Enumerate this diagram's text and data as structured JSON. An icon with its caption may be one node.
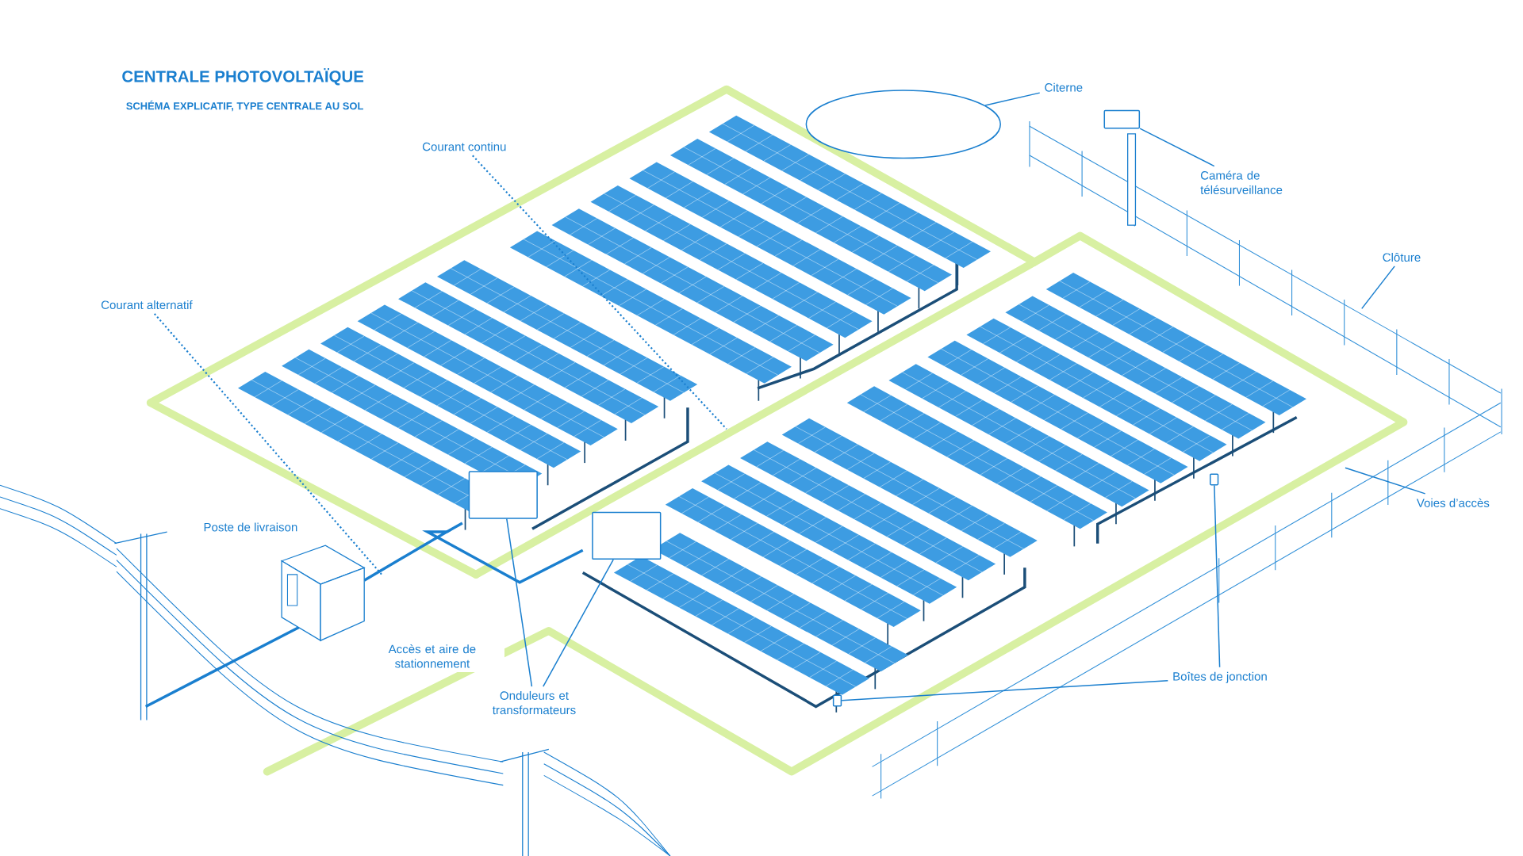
{
  "diagram": {
    "title": "CENTRALE PHOTOVOLTAÏQUE",
    "nodes": [
      {
        "text": [
          "Courant continu"
        ]
      },
      {
        "text": [
          "Courant alternatif"
        ]
      },
      {
        "text": [
          "Citerne"
        ]
      },
      {
        "text": [],
        "shape": "circle"
      },
      {
        "text": [
          "Caméra de télésurveillance"
        ]
      },
      {
        "text": [],
        "shape": "box"
      },
      {
        "text": [
          "Clôture"
        ]
      },
      {
        "text": [
          "Voies d’accès"
        ]
      },
      {
        "text": [],
        "shape": "box"
      },
      {
        "text": [],
        "shape": "box"
      },
      {
        "text": [
          "Onduleurs et transformateurs"
        ]
      },
      {
        "text": [],
        "shape": "box"
      },
      {
        "text": [
          "Boîtes de jonction"
        ]
      },
      {
        "text": [],
        "shape": "box"
      }
    ],
    "edges": [
      {
        "from": 0,
        "to": null,
        "arrow": "none",
        "style": "dashed"
      },
      {
        "from": 1,
        "to": null,
        "arrow": "none",
        "style": "dashed"
      },
      {
        "from": 2,
        "to": 3,
        "arrow": "none"
      },
      {
        "from": 4,
        "to": 5,
        "arrow": "none"
      },
      {
        "from": 6,
        "to": null,
        "arrow": "none"
      },
      {
        "from": 7,
        "to": null,
        "arrow": "none"
      },
      {
        "from": 10,
        "to": 8,
        "arrow": "none"
      },
      {
        "from": 10,
        "to": 9,
        "arrow": "none"
      },
      {
        "from": 12,
        "to": 11,
        "arrow": "none"
      },
      {
        "from": 12,
        "to": 13,
        "arrow": "none"
      }
    ],
    "labels": [
      "SCHÉMA EXPLICATIF, TYPE CENTRALE AU SOL",
      "Poste de livraison",
      "Accès et aire de stationnement"
    ]
  }
}
